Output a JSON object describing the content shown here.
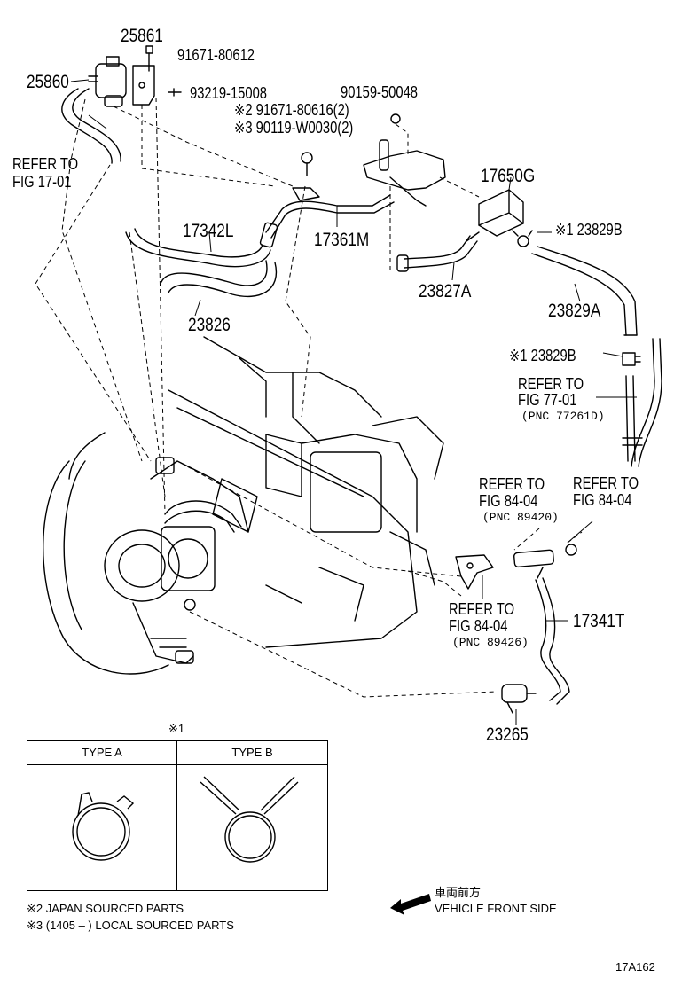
{
  "labels": {
    "p25861": "25861",
    "p91671_80612": "91671-80612",
    "p25860": "25860",
    "p93219": "93219-15008",
    "p90159": "90159-50048",
    "p91671_80616": "※2 91671-80616(2)",
    "p90119": "※3 90119-W0030(2)",
    "refer_17_line1": "REFER TO",
    "refer_17_line2": "FIG 17-01",
    "p17650G": "17650G",
    "p23829B_top": "※1 23829B",
    "p17342L": "17342L",
    "p17361M": "17361M",
    "p23827A": "23827A",
    "p23829A": "23829A",
    "p23826": "23826",
    "p23829B_mid": "※1 23829B",
    "refer_77_line1": "REFER TO",
    "refer_77_line2": "FIG 77-01",
    "refer_77_pnc": "(PNC 77261D)",
    "refer_84a_line1": "REFER TO",
    "refer_84a_line2": "FIG 84-04",
    "refer_84a_pnc": "(PNC 89420)",
    "refer_84b_line1": "REFER TO",
    "refer_84b_line2": "FIG 84-04",
    "refer_84c_line1": "REFER TO",
    "refer_84c_line2": "FIG 84-04",
    "refer_84c_pnc": "(PNC 89426)",
    "p17341T": "17341T",
    "p23265": "23265"
  },
  "clamp_table": {
    "marker": "※1",
    "type_a": "TYPE A",
    "type_b": "TYPE B"
  },
  "notes": {
    "note2": "※2 JAPAN SOURCED PARTS",
    "note3": "※3 (1405 –        ) LOCAL SOURCED PARTS"
  },
  "direction": {
    "jp": "車両前方",
    "en": "VEHICLE FRONT SIDE"
  },
  "figure_code": "17A162"
}
